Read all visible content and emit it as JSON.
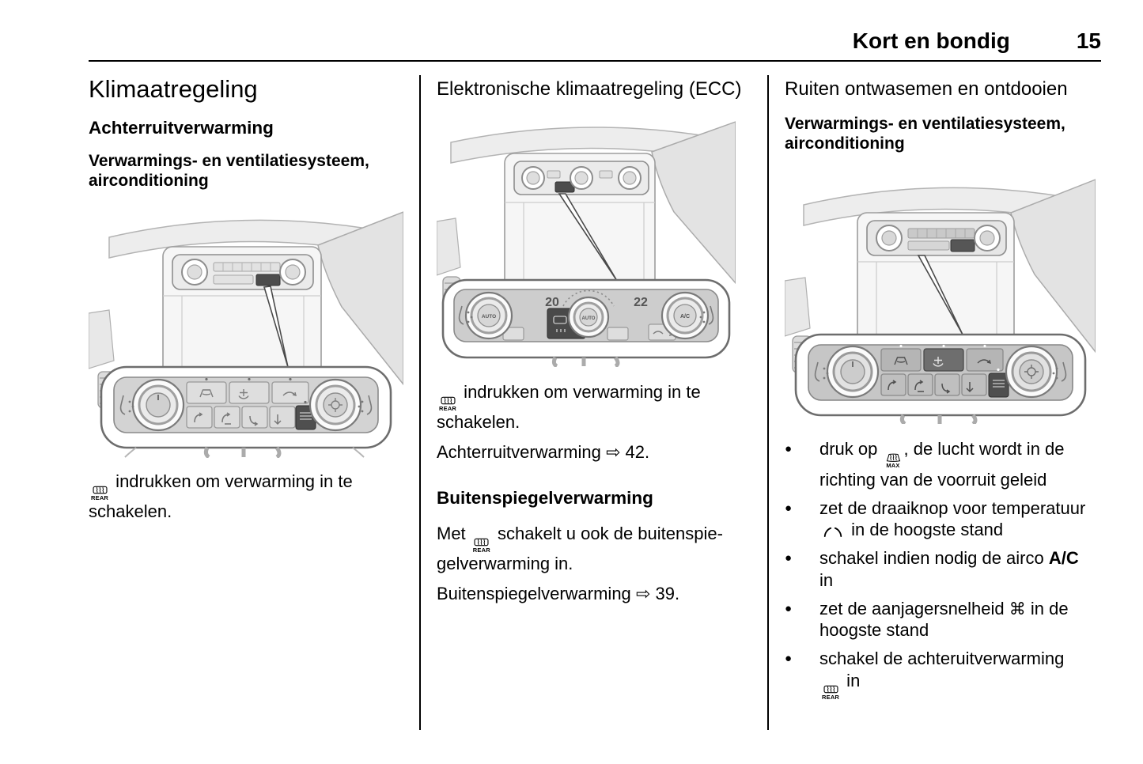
{
  "header": {
    "section_title": "Kort en bondig",
    "page_number": "15"
  },
  "icons": {
    "rear_label": "REAR",
    "max_label": "MAX",
    "fan_glyph": "⌘",
    "reference_arrow": "⇨",
    "bullet_glyph": "●"
  },
  "left_column": {
    "title": "Klimaatregeling",
    "subtitle": "Achterruitverwarming",
    "subsubtitle": "Verwarmings- en ventilatiesysteem, airconditioning",
    "caption_after_icon": " indrukken om verwarming in te schakelen."
  },
  "middle_column": {
    "title": "Elektronische klimaatregeling (ECC)",
    "para1_after_icon": " indrukken om verwarming in te schakelen.",
    "ref1_label": "Achterruitverwarming",
    "ref1_page": "42.",
    "subtitle": "Buitenspiegelverwarming",
    "para2_before_icon": "Met ",
    "para2_after_icon": " schakelt u ook de buitenspie­gelverwarming in.",
    "ref2_label": "Buitenspiegelverwarming",
    "ref2_page": "39.",
    "panel": {
      "temp_left": "20",
      "temp_right": "22",
      "knob_left": "AUTO",
      "knob_center": "AUTO",
      "knob_right": "A/C"
    }
  },
  "right_column": {
    "title": "Ruiten ontwasemen en ontdooien",
    "subtitle": "Verwarmings- en ventilatiesysteem, airconditioning",
    "bullets": {
      "b1_before": "druk op ",
      "b1_after": ", de lucht wordt in de richting van de voorruit geleid",
      "b2_before": "zet de draaiknop voor tempera­tuur ",
      "b2_after": " in de hoogste stand",
      "b3_before": "schakel indien nodig de airco ",
      "b3_bold": "A/C",
      "b3_after": " in",
      "b4_before": "zet de aanjagersnelheid ",
      "b4_after": " in de hoogste stand",
      "b5_before": "schakel de achteruitverwarming ",
      "b5_after": " in"
    }
  }
}
